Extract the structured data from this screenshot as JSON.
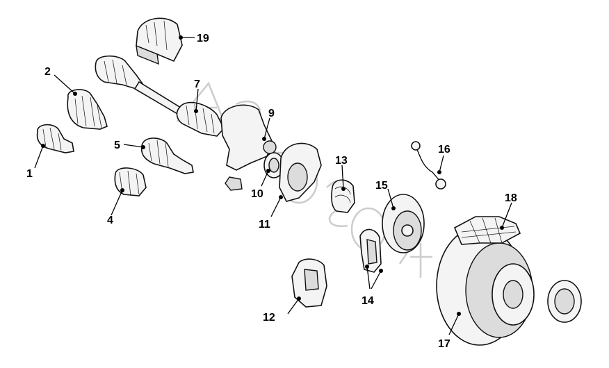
{
  "diagram": {
    "callouts": [
      "1",
      "2",
      "4",
      "5",
      "7",
      "9",
      "10",
      "11",
      "12",
      "13",
      "14",
      "15",
      "16",
      "17",
      "18",
      "19"
    ]
  }
}
